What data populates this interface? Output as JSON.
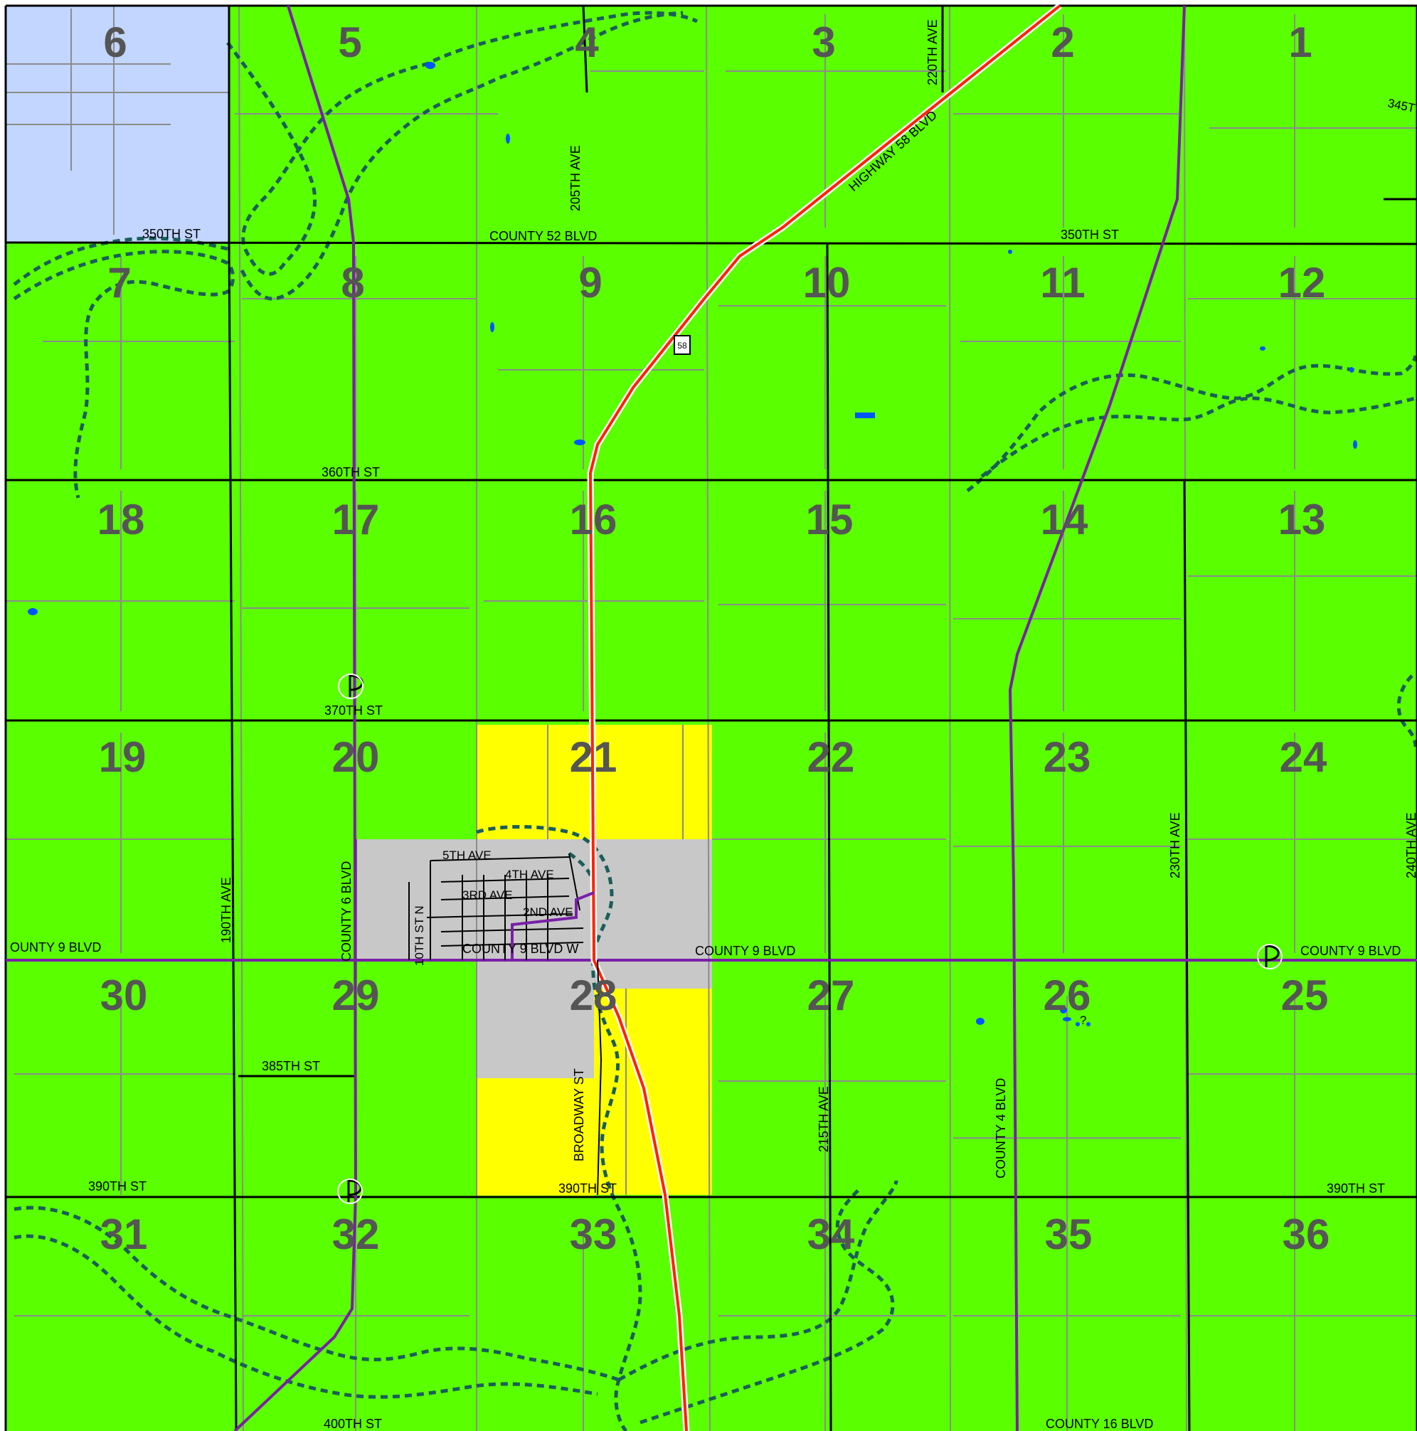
{
  "map": {
    "section_numbers": [
      "6",
      "5",
      "4",
      "3",
      "2",
      "1",
      "7",
      "8",
      "9",
      "10",
      "11",
      "12",
      "18",
      "17",
      "16",
      "15",
      "14",
      "13",
      "19",
      "20",
      "21",
      "22",
      "23",
      "24",
      "30",
      "29",
      "28",
      "27",
      "26",
      "25",
      "31",
      "32",
      "33",
      "34",
      "35",
      "36"
    ],
    "road_labels": {
      "st_350_w": "350TH ST",
      "county_52": "COUNTY 52 BLVD",
      "st_350_e": "350TH ST",
      "st_360": "360TH ST",
      "st_370": "370TH ST",
      "st_385": "385TH ST",
      "st_390_w": "390TH ST",
      "st_390_c": "390TH ST",
      "st_390_e": "390TH ST",
      "st_400": "400TH ST",
      "county_9_w": "OUNTY 9 BLVD",
      "county_9_c": "COUNTY 9 BLVD",
      "county_9_e": "COUNTY 9 BLVD",
      "county_9_blvd_w": "COUNTY 9 BLVD W",
      "county_16": "COUNTY 16 BLVD",
      "highway_58": "HIGHWAY 58 BLVD",
      "ave_205": "205TH AVE",
      "ave_220": "220TH AVE",
      "ave_190": "190TH AVE",
      "county_6": "COUNTY 6 BLVD",
      "ave_215": "215TH AVE",
      "county_4": "COUNTY 4 BLVD",
      "ave_230": "230TH AVE",
      "ave_240": "240TH AVE",
      "broadway": "BROADWAY ST",
      "st_10th_n": "10TH ST N",
      "ave_5th": "5TH AVE",
      "ave_4th": "4TH AVE",
      "ave_3rd": "3RD AVE",
      "ave_2nd": "2ND AVE",
      "partial_345": "345T",
      "shield_58": "58",
      "question_mark": "?"
    },
    "colors": {
      "agricultural": "#5aff00",
      "neighboring_city": "#c2d6ff",
      "town": "#c8c8c8",
      "zone_yellow": "#ffff00",
      "highway": "#ff2200",
      "county_route": "#7a1fa8",
      "floodplain": "#1a5e5a",
      "parcel_line": "#8c8c8c",
      "water": "#0055ff"
    },
    "icons": [
      "park-symbol-icon",
      "highway-58-shield-icon"
    ]
  }
}
